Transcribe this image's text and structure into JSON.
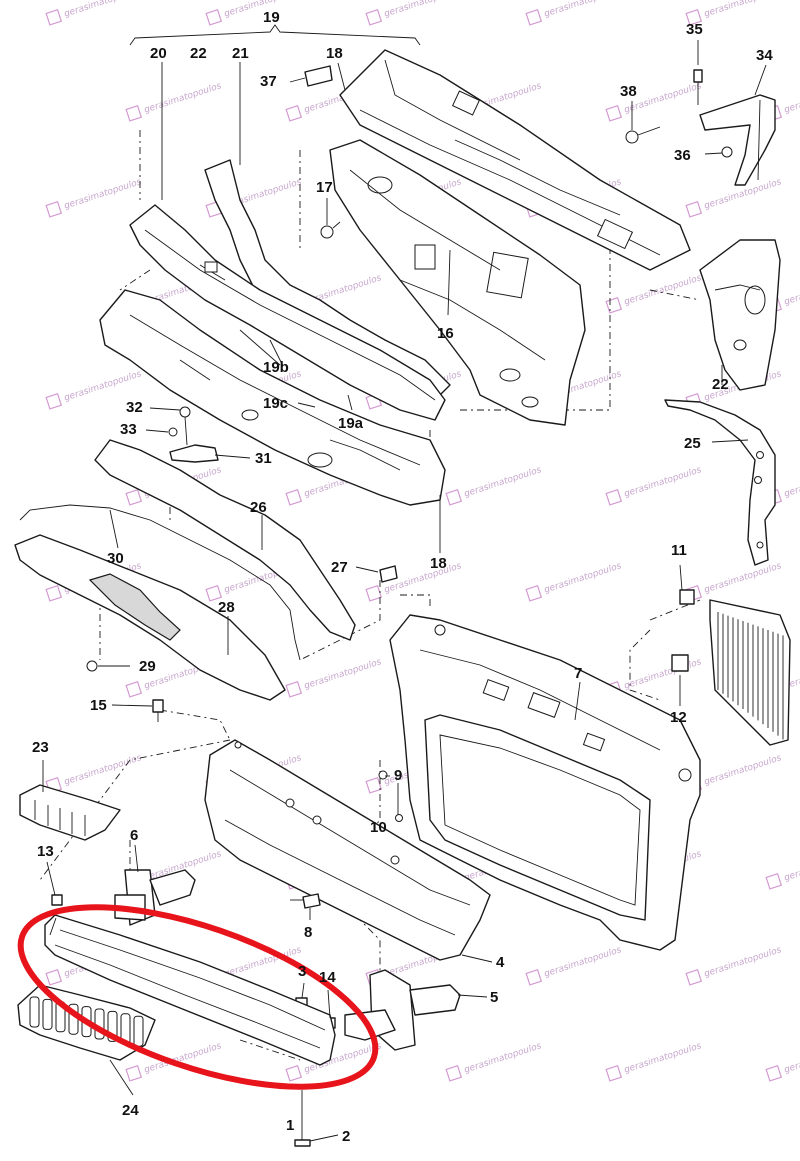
{
  "watermark": {
    "text": "gerasimatopoulos",
    "logo_color": "#d69ad1",
    "text_color": "#c9a7cf"
  },
  "highlight": {
    "color": "#e8141b",
    "target_part": "1"
  },
  "callouts": {
    "n1": "1",
    "n2": "2",
    "n3": "3",
    "n4": "4",
    "n5": "5",
    "n6": "6",
    "n7": "7",
    "n8": "8",
    "n9": "9",
    "n10": "10",
    "n11": "11",
    "n12": "12",
    "n13": "13",
    "n14": "14",
    "n15": "15",
    "n16": "16",
    "n17": "17",
    "n18a": "18",
    "n18b": "18",
    "n19": "19",
    "n19a": "19a",
    "n19b": "19b",
    "n19c": "19c",
    "n20": "20",
    "n21": "21",
    "n22a": "22",
    "n22b": "22",
    "n23": "23",
    "n24": "24",
    "n25": "25",
    "n26": "26",
    "n27": "27",
    "n28": "28",
    "n29": "29",
    "n30": "30",
    "n31": "31",
    "n32": "32",
    "n33": "33",
    "n34": "34",
    "n35": "35",
    "n36": "36",
    "n37": "37",
    "n38": "38"
  }
}
